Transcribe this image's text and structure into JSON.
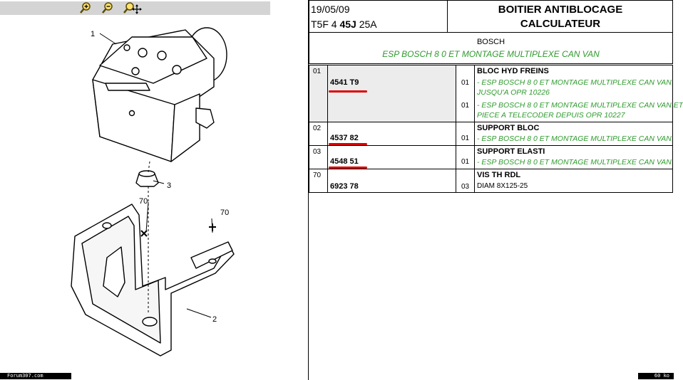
{
  "toolbar": {
    "zoom_in_icon": "zoom-in-icon",
    "zoom_out_icon": "zoom-out-icon",
    "zoom_pan_icon": "zoom-pan-icon"
  },
  "diagram": {
    "callouts": [
      "1",
      "3",
      "70",
      "70",
      "2"
    ]
  },
  "footer": {
    "brand": "Forum307.com",
    "size": "60 ko"
  },
  "header": {
    "date": "19/05/09",
    "code_prefix": "T5F 4 ",
    "code_bold": "45J",
    "code_suffix": " 25A",
    "title_line1": "BOITIER ANTIBLOCAGE",
    "title_line2": "CALCULATEUR"
  },
  "brand_box": {
    "name": "BOSCH",
    "description": "ESP BOSCH 8 0 ET MONTAGE MULTIPLEXE CAN VAN"
  },
  "parts": [
    {
      "pos": "01",
      "ref": "4541 T9",
      "underlined": true,
      "title": "BLOC HYD FREINS",
      "lines": [
        {
          "qty": "01",
          "text1": "- ESP BOSCH 8 0 ET MONTAGE MULTIPLEXE CAN VAN",
          "text2": "JUSQU'A OPR 10226"
        },
        {
          "qty": "01",
          "text1": "- ESP BOSCH 8 0 ET MONTAGE MULTIPLEXE CAN VAN ET",
          "text2": "PIECE A TELECODER DEPUIS OPR 10227"
        }
      ]
    },
    {
      "pos": "02",
      "ref": "4537 82",
      "underlined": true,
      "title": "SUPPORT BLOC",
      "lines": [
        {
          "qty": "01",
          "text1": "- ESP BOSCH 8 0 ET MONTAGE MULTIPLEXE CAN VAN"
        }
      ]
    },
    {
      "pos": "03",
      "ref": "4548 51",
      "underlined": true,
      "title": "SUPPORT ELASTI",
      "lines": [
        {
          "qty": "01",
          "text1": "- ESP BOSCH 8 0 ET MONTAGE MULTIPLEXE CAN VAN"
        }
      ]
    },
    {
      "pos": "70",
      "ref": "6923 78",
      "underlined": false,
      "title": "VIS TH RDL",
      "lines": [
        {
          "qty": "03",
          "text1": "DIAM 8X125-25",
          "plain": true
        }
      ]
    }
  ],
  "colors": {
    "green_text": "#2e9a2e",
    "underline_red": "#dd0000",
    "toolbar_bg": "#d4d4d4",
    "highlight_row": "#ececec"
  }
}
